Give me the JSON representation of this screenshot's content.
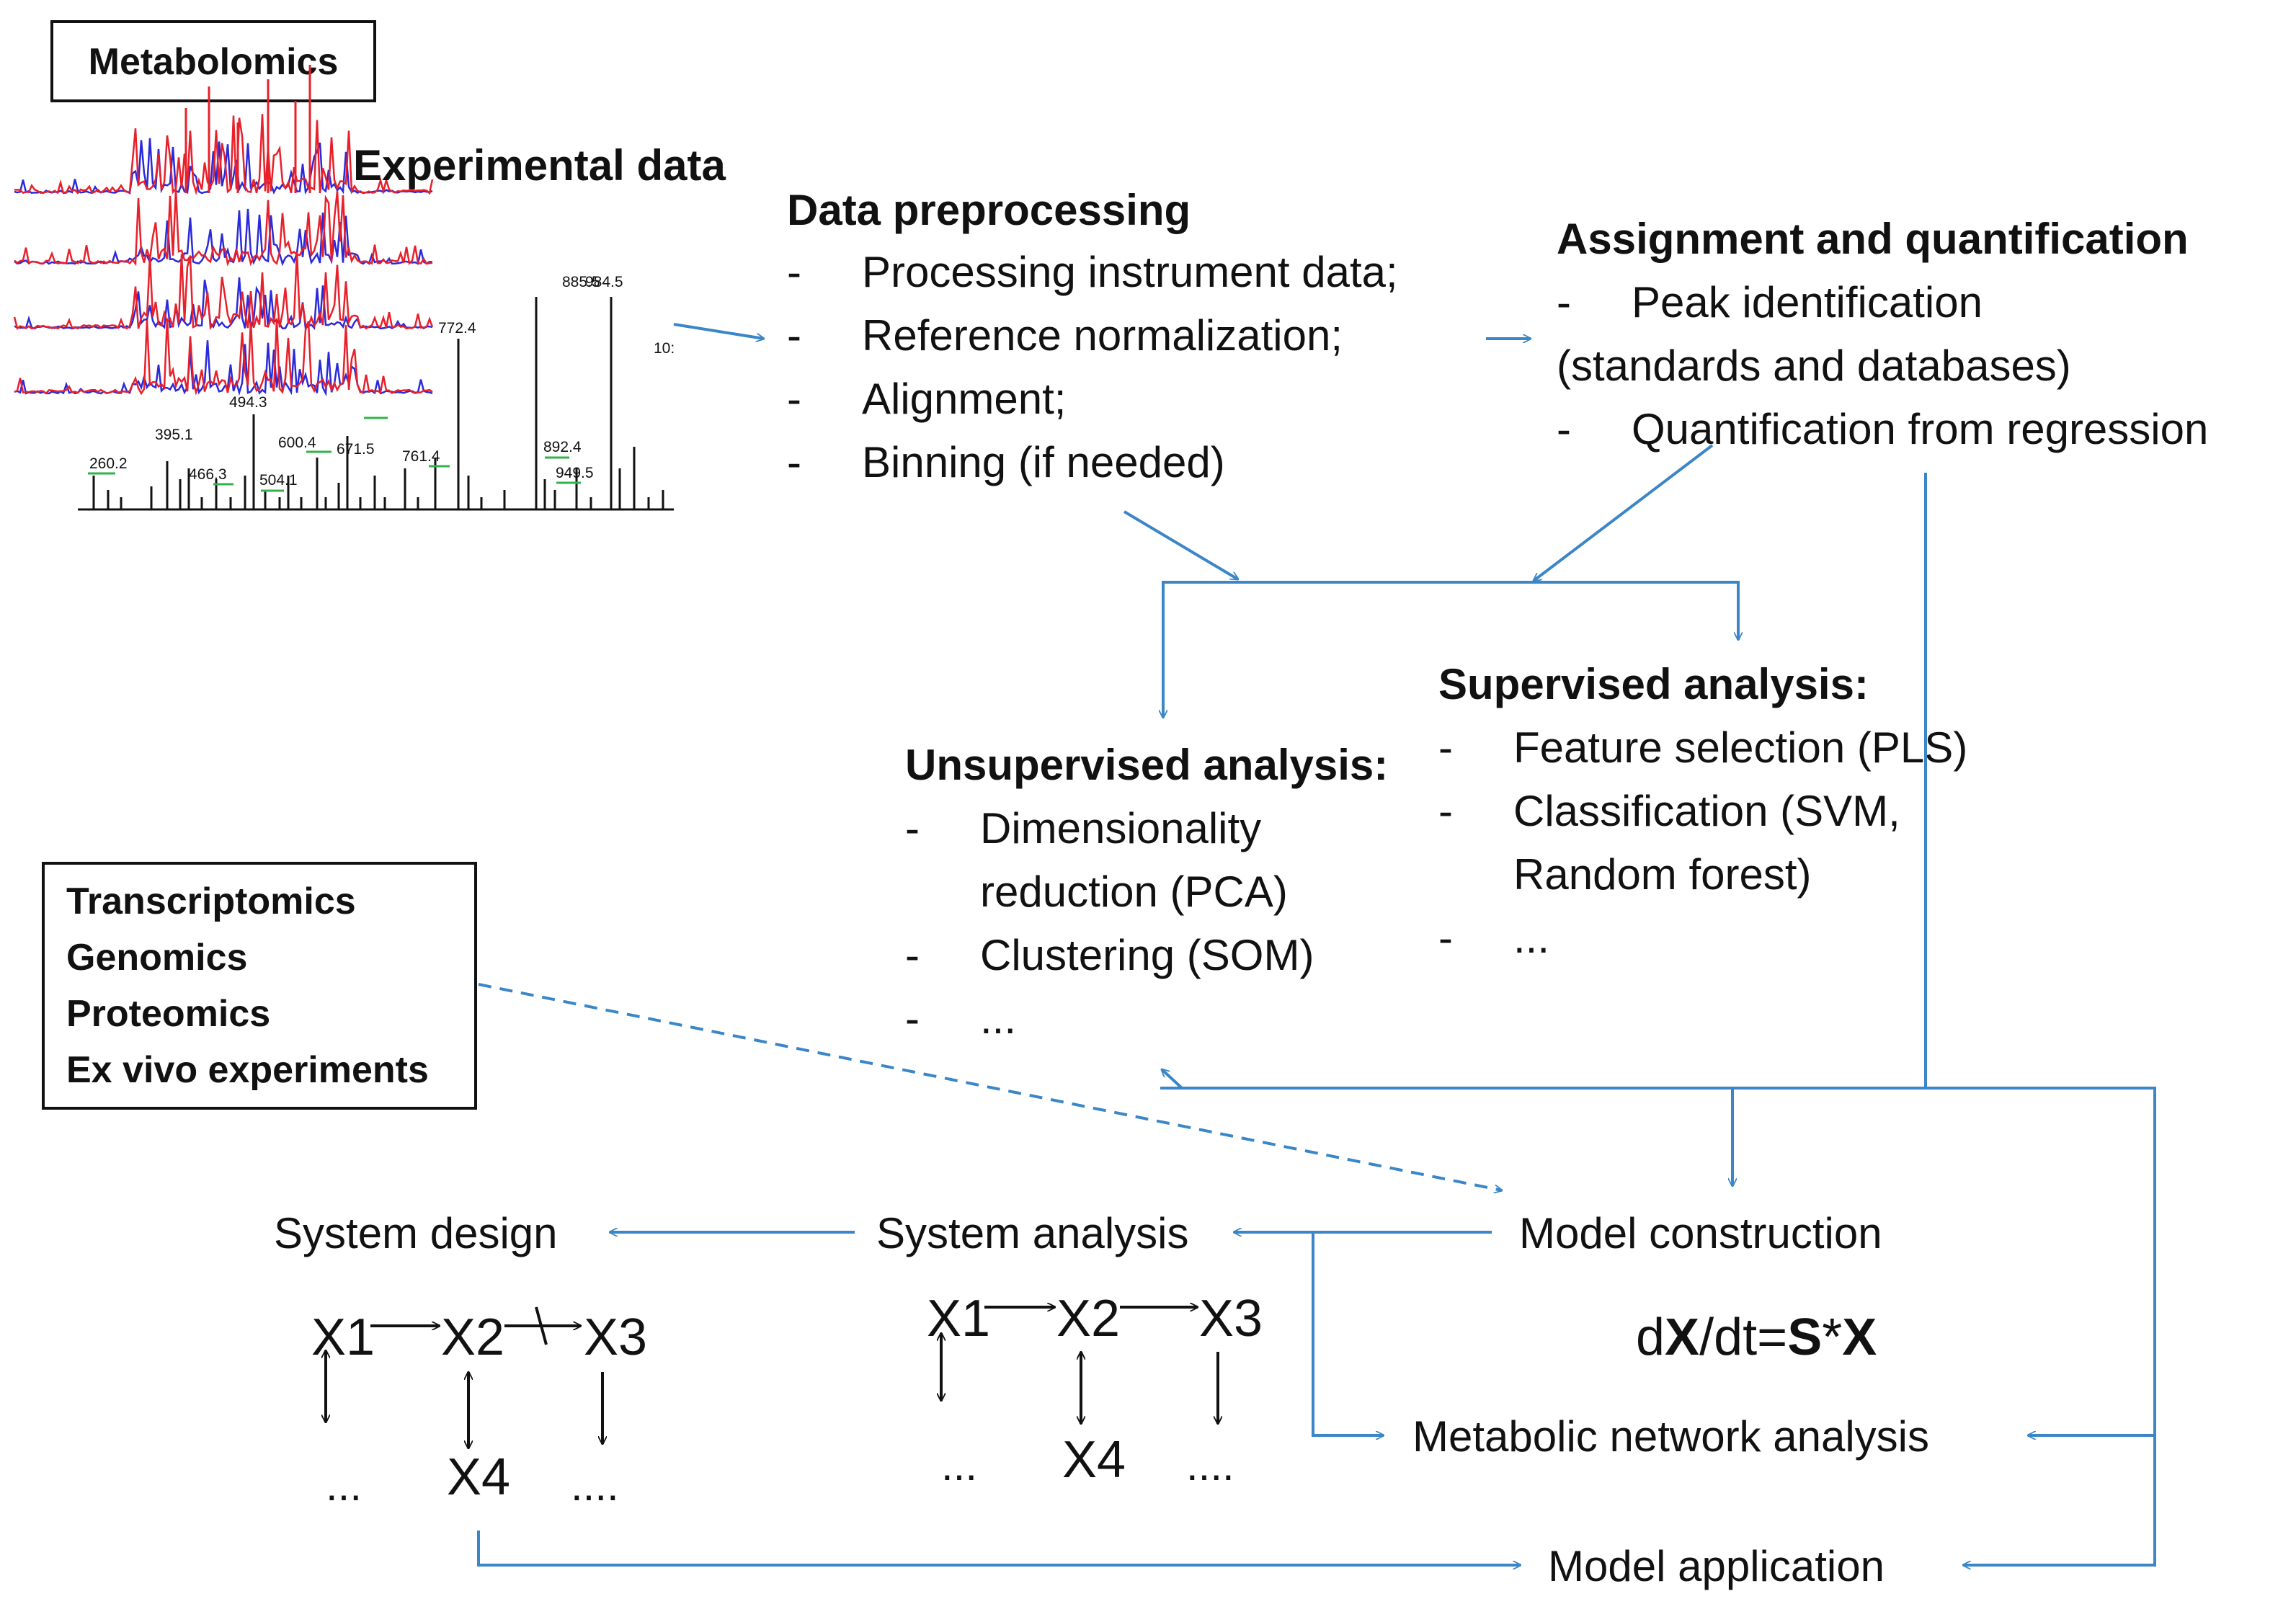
{
  "metabolomics_label": "Metabolomics",
  "experimental_label": "Experimental data",
  "spectrum_peaks": [
    "885.5",
    "984.5",
    "772.4",
    "494.3",
    "671.5",
    "395.1",
    "600.4",
    "260.2",
    "466.3",
    "504.1",
    "761.4",
    "892.4",
    "949.5",
    "10:"
  ],
  "preprocessing": {
    "title": "Data preprocessing",
    "dash": "-",
    "items": [
      "Processing instrument data;",
      "Reference normalization;",
      "Alignment;",
      "Binning (if needed)"
    ]
  },
  "assignment": {
    "title": "Assignment and quantification",
    "dash": "-",
    "item1": "Peak identification",
    "item1_cont": "(standards and databases)",
    "item2": "Quantification from regression"
  },
  "supervised": {
    "title": "Supervised analysis:",
    "dash": "-",
    "item1": "Feature selection (PLS)",
    "item2": "Classification (SVM,",
    "item2_cont": "Random forest)",
    "item3": "..."
  },
  "unsupervised": {
    "title": "Unsupervised analysis:",
    "dash": "-",
    "item1": "Dimensionality",
    "item1_cont": "reduction (PCA)",
    "item2": "Clustering (SOM)",
    "item3": "..."
  },
  "omics": [
    "Transcriptomics",
    "Genomics",
    "Proteomics",
    "Ex vivo experiments"
  ],
  "model_construction": "Model construction",
  "equation": {
    "d": "d",
    "X": "X",
    "slash_dt": "/dt=",
    "S": "S",
    "star": "*",
    "X2": "X"
  },
  "system_analysis": "System analysis",
  "system_design": "System design",
  "metabolic_network": "Metabolic network analysis",
  "model_application": "Model application",
  "network": {
    "x1": "X1",
    "x2": "X2",
    "x3": "X3",
    "x4": "X4",
    "ell3": "...",
    "ell4": "...."
  },
  "colors": {
    "arrow": "#3b86c7",
    "text": "#111111",
    "spectrum_red": "#e8202a",
    "spectrum_blue": "#2a2adc",
    "peak_label_mark": "#2fb34a"
  }
}
